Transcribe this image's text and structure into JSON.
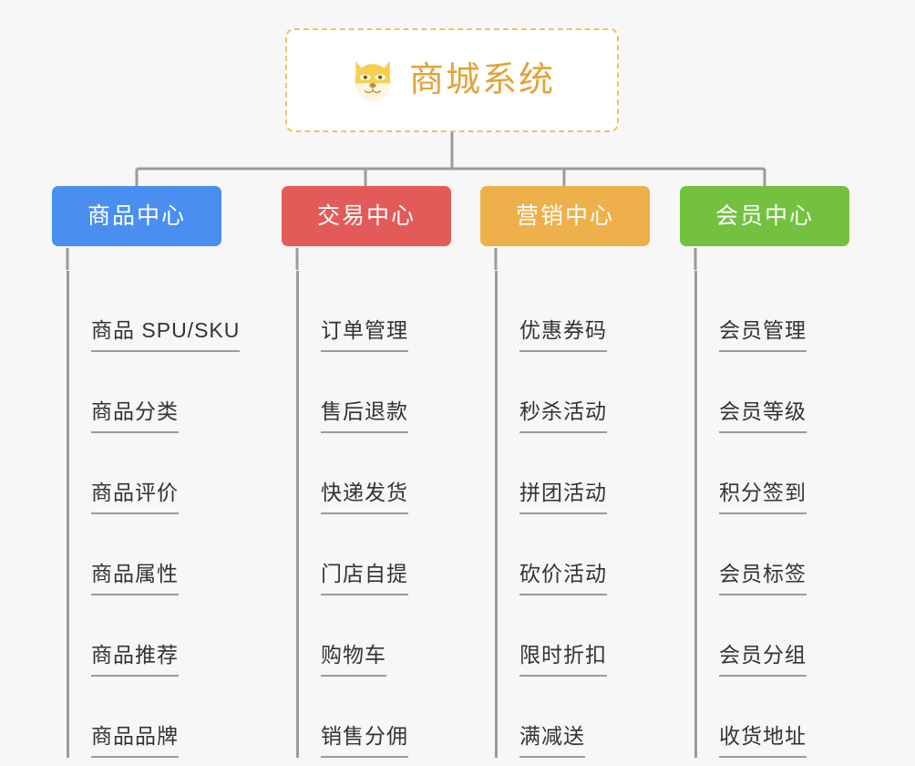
{
  "theme": {
    "background": "#f7f7f7",
    "connector_color": "#9b9b9b",
    "root_border": "#f0c068",
    "root_text": "#e0a43c",
    "leaf_text": "#333333"
  },
  "root": {
    "title": "商城系统",
    "icon": "dog-face-icon"
  },
  "categories": [
    {
      "label": "商品中心",
      "color": "#4a8ef0",
      "items": [
        "商品 SPU/SKU",
        "商品分类",
        "商品评价",
        "商品属性",
        "商品推荐",
        "商品品牌"
      ]
    },
    {
      "label": "交易中心",
      "color": "#e35b58",
      "items": [
        "订单管理",
        "售后退款",
        "快递发货",
        "门店自提",
        "购物车",
        "销售分佣"
      ]
    },
    {
      "label": "营销中心",
      "color": "#eeb04a",
      "items": [
        "优惠券码",
        "秒杀活动",
        "拼团活动",
        "砍价活动",
        "限时折扣",
        "满减送"
      ]
    },
    {
      "label": "会员中心",
      "color": "#73c13f",
      "items": [
        "会员管理",
        "会员等级",
        "积分签到",
        "会员标签",
        "会员分组",
        "收货地址"
      ]
    }
  ]
}
